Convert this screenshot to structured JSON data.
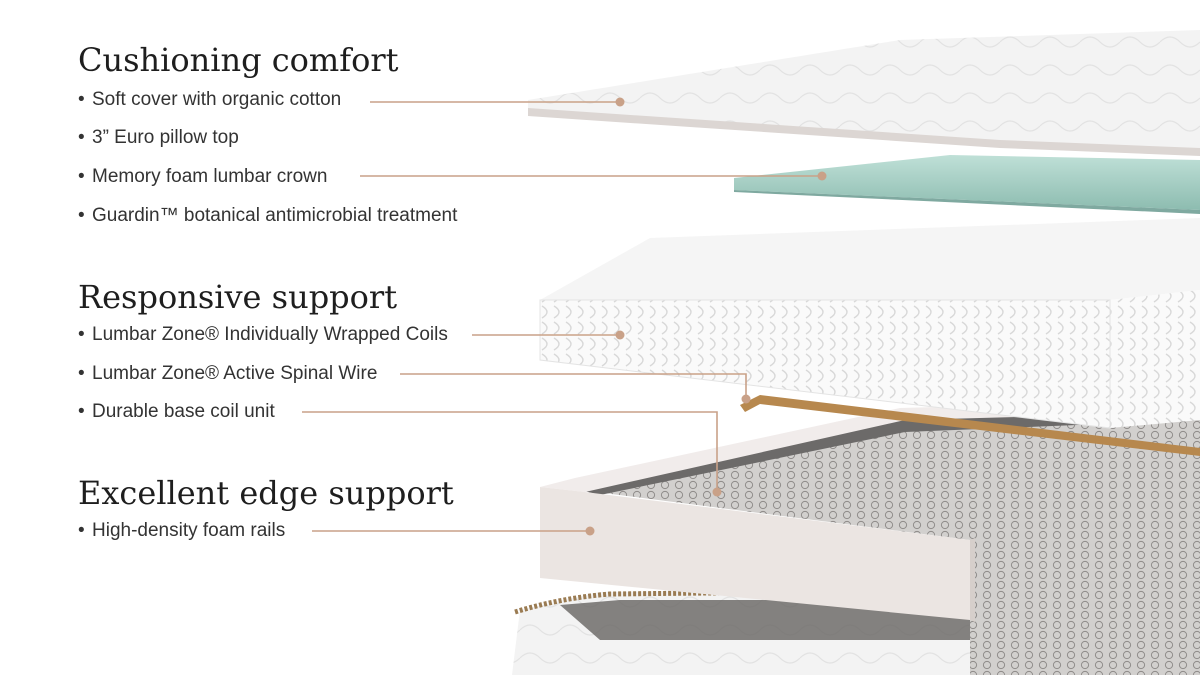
{
  "sections": [
    {
      "title": "Cushioning comfort",
      "features": [
        "Soft cover with organic cotton",
        "3” Euro pillow top",
        "Memory foam lumbar crown",
        "Guardin™ botanical antimicrobial treatment"
      ]
    },
    {
      "title": "Responsive support",
      "features": [
        "Lumbar Zone® Individually Wrapped Coils",
        "Lumbar Zone® Active Spinal Wire",
        "Durable base coil unit"
      ]
    },
    {
      "title": "Excellent edge support",
      "features": [
        "High-density foam rails"
      ]
    }
  ],
  "colors": {
    "leader_line": "#c9a188",
    "memory_foam": "#9fc7bd",
    "foam_rail": "#ece7e4",
    "spinal_wire": "#b7884e"
  }
}
